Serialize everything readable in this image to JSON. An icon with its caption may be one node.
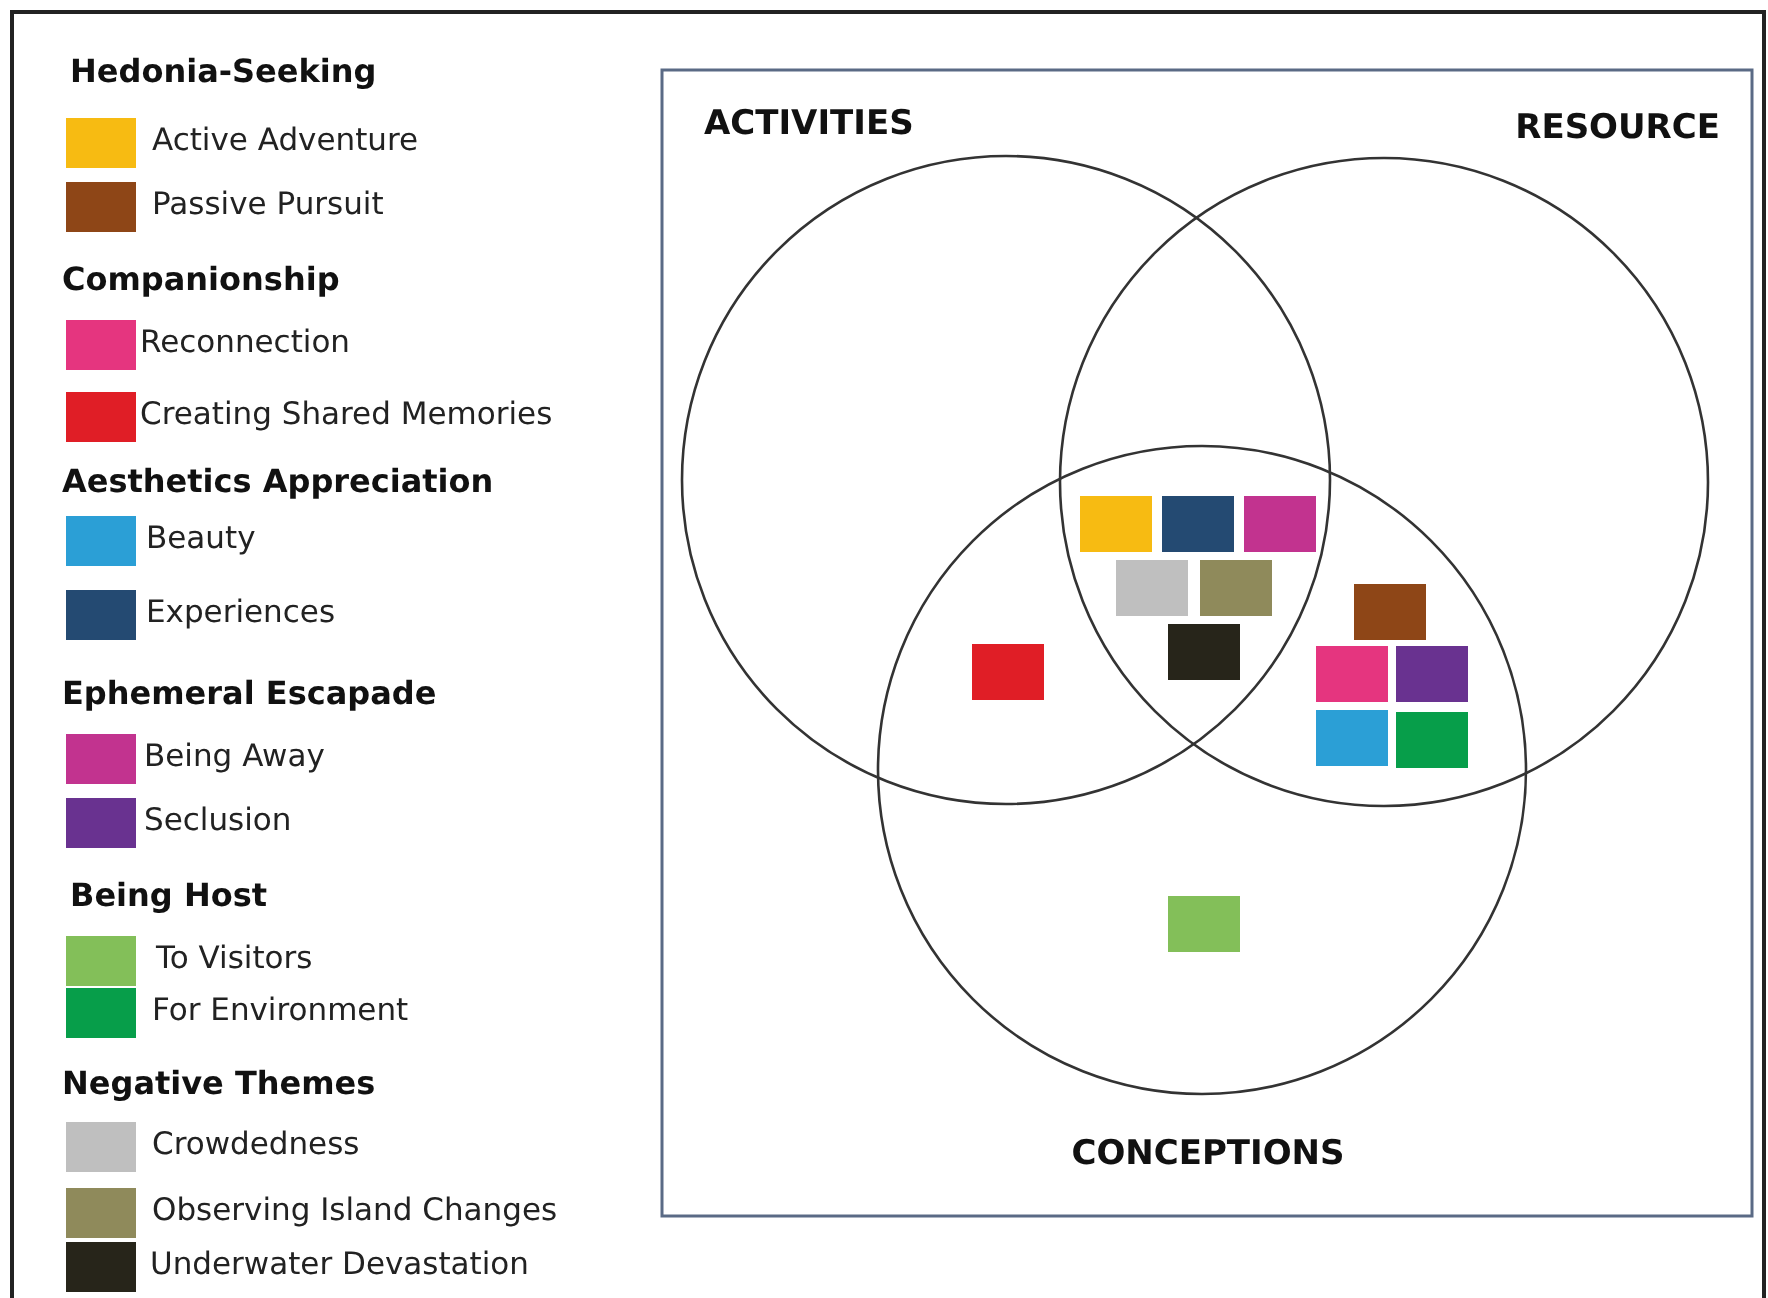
{
  "diagram": {
    "nodes": [
      {
        "text": [
          "ACTIVITIES"
        ]
      },
      {
        "text": [
          "RESOURCE"
        ]
      },
      {
        "text": [
          "CONCEPTIONS"
        ]
      }
    ],
    "edges": [],
    "labels": [
      "Hedonia-Seeking",
      "Companionship",
      "Aesthetics Appreciation",
      "Ephemeral Escapade",
      "Being Host",
      "Negative Themes"
    ],
    "legend": [
      {
        "text": "Active Adventure",
        "color": "#f7bb12"
      },
      {
        "text": "Passive Pursuit",
        "color": "#8e4617"
      },
      {
        "text": "Reconnection",
        "color": "#e5357f"
      },
      {
        "text": "Creating Shared Memories",
        "color": "#e01e26"
      },
      {
        "text": "Beauty",
        "color": "#2b9fd6"
      },
      {
        "text": "Experiences",
        "color": "#244a72"
      },
      {
        "text": "Being Away",
        "color": "#c2338f"
      },
      {
        "text": "Seclusion",
        "color": "#693290"
      },
      {
        "text": "To Visitors",
        "color": "#83bf59"
      },
      {
        "text": "For Environment",
        "color": "#079e4a"
      },
      {
        "text": "Crowdedness",
        "color": "#bfbfbf"
      },
      {
        "text": "Observing Island Changes",
        "color": "#8f8a5b"
      },
      {
        "text": "Underwater Devastation",
        "color": "#27251a"
      }
    ]
  }
}
